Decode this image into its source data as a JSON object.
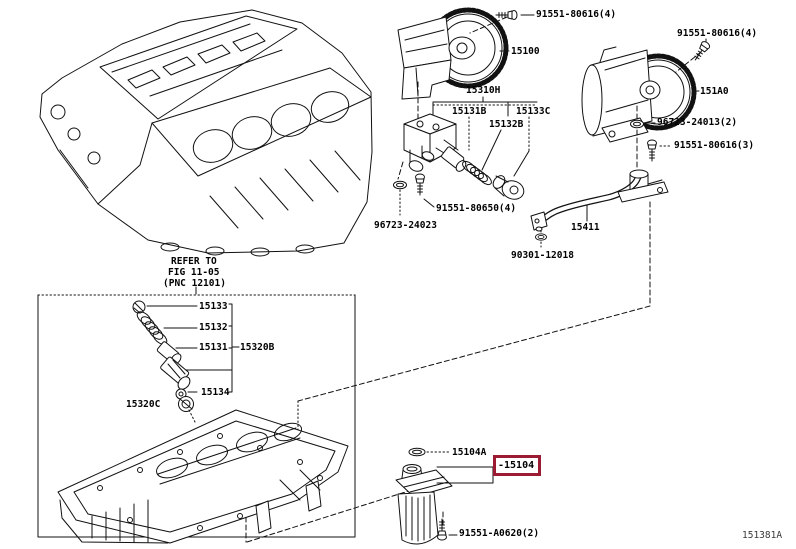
{
  "figure": {
    "code": "151381A",
    "highlight_color": "#9b1b32",
    "line_color": "#111111",
    "background_color": "#ffffff"
  },
  "note": {
    "line1": "REFER TO",
    "line2": "FIG 11-05",
    "line3": "(PNC 12101)"
  },
  "labels": {
    "bolt_top": {
      "text": "91551-80616(4)"
    },
    "pump": {
      "text": "15100"
    },
    "bolt_top_right": {
      "text": "91551-80616(4)"
    },
    "scavenge_pump": {
      "text": "151A0"
    },
    "relief_assy": {
      "text": "15310H"
    },
    "plunger_b": {
      "text": "15131B"
    },
    "plug_c": {
      "text": "15133C"
    },
    "spring_b": {
      "text": "15132B"
    },
    "oring_24013": {
      "text": "96723-24013(2)"
    },
    "bolt_616_3": {
      "text": "91551-80616(3)"
    },
    "bolt_650": {
      "text": "91551-80650(4)"
    },
    "oring_24023": {
      "text": "96723-24023"
    },
    "pipe": {
      "text": "15411"
    },
    "oring_12018": {
      "text": "90301-12018"
    },
    "valve_15133": {
      "text": "15133"
    },
    "spring_15132": {
      "text": "15132"
    },
    "plunger_15131": {
      "text": "15131"
    },
    "kit_15320B": {
      "text": "15320B"
    },
    "washer_15134": {
      "text": "15134"
    },
    "ring_15320C": {
      "text": "15320C"
    },
    "filter_oring": {
      "text": "15104A"
    },
    "filter": {
      "text": "-15104"
    },
    "bolt_a0620": {
      "text": "91551-A0620(2)"
    }
  },
  "icons": {
    "bolt": "hex-bolt-with-thread",
    "o_ring": "sealing-o-ring",
    "spring": "coil-spring",
    "ball": "check-ball"
  }
}
